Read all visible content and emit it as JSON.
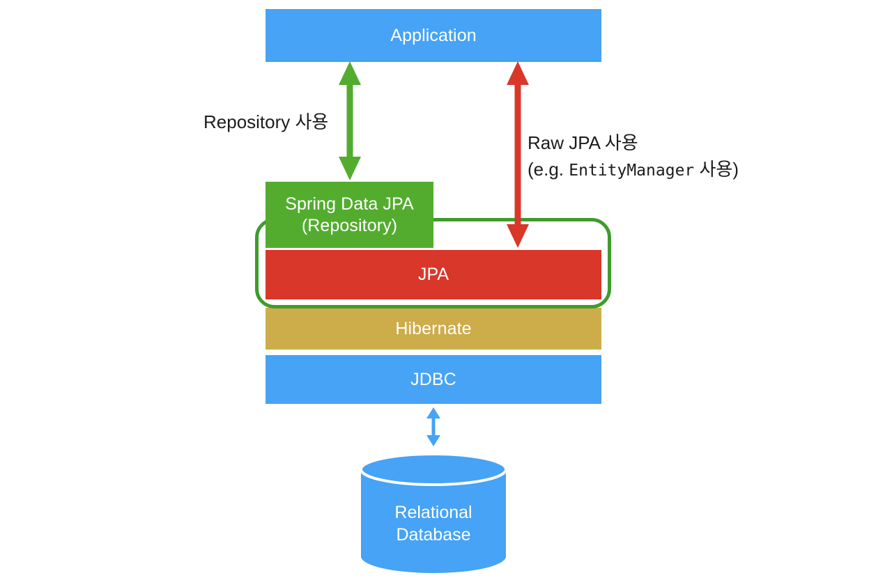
{
  "diagram": {
    "title": "JPA / Spring Data JPA layered architecture",
    "colors": {
      "blue": "#46a3f5",
      "green": "#53ac2e",
      "green_outline": "#3f9c2c",
      "red": "#d9372a",
      "gold": "#ccad4a",
      "text_dark": "#1c1c1c",
      "text_light": "#ffffff",
      "background": "#ffffff"
    },
    "layers": [
      {
        "id": "application",
        "label": "Application",
        "color": "#46a3f5"
      },
      {
        "id": "spring-data-jpa",
        "label_line1": "Spring Data JPA",
        "label_line2": "(Repository)",
        "color": "#53ac2e"
      },
      {
        "id": "jpa",
        "label": "JPA",
        "color": "#d9372a"
      },
      {
        "id": "hibernate",
        "label": "Hibernate",
        "color": "#ccad4a"
      },
      {
        "id": "jdbc",
        "label": "JDBC",
        "color": "#46a3f5"
      },
      {
        "id": "relational-database",
        "label_line1": "Relational",
        "label_line2": "Database",
        "color": "#46a3f5"
      }
    ],
    "annotations": {
      "repository_usage": "Repository 사용",
      "raw_jpa_usage": "Raw JPA 사용",
      "raw_jpa_example_prefix": "(e.g. ",
      "raw_jpa_example_code": "EntityManager",
      "raw_jpa_example_suffix": " 사용)"
    },
    "arrows": [
      {
        "id": "application-to-spring-data-jpa",
        "color": "#53ac2e",
        "direction": "bidirectional"
      },
      {
        "id": "application-to-jpa",
        "color": "#d9372a",
        "direction": "bidirectional"
      },
      {
        "id": "jdbc-to-database",
        "color": "#46a3f5",
        "direction": "bidirectional"
      }
    ]
  }
}
